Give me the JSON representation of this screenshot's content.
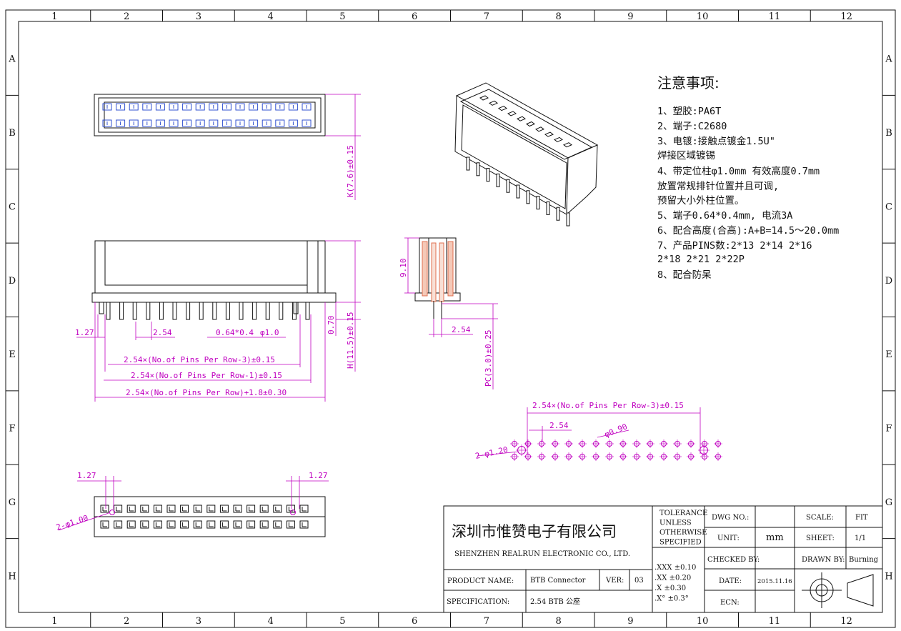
{
  "grid": {
    "columns": [
      "1",
      "2",
      "3",
      "4",
      "5",
      "6",
      "7",
      "8",
      "9",
      "10",
      "11",
      "12"
    ],
    "rows": [
      "A",
      "B",
      "C",
      "D",
      "E",
      "F",
      "G",
      "H"
    ]
  },
  "notes": {
    "title": "注意事项:",
    "lines": [
      "1、塑胶:PA6T",
      "2、端子:C2680",
      "3、电镀:接触点镀金1.5U\"",
      "      焊接区域镀锡",
      "4、带定位柱φ1.0mm 有效高度0.7mm",
      "   放置常规排针位置并且可调,",
      "   预留大小外柱位置。",
      "5、端子0.64*0.4mm, 电流3A",
      "6、配合高度(合高):A+B=14.5～20.0mm",
      "7、产品PINS数:2*13 2*14 2*16",
      "             2*18 2*21 2*22P",
      "8、配合防呆"
    ]
  },
  "dims": {
    "k": "K(7.6)±0.15",
    "h": "H(11.5)±0.15",
    "d070": "0.70",
    "d127_front": "1.27",
    "d254_front": "2.54",
    "pin_size": "0.64*0.4",
    "phi10": "φ1.0",
    "row3": "2.54×(No.of Pins Per Row-3)±0.15",
    "row1": "2.54×(No.of Pins Per Row-1)±0.15",
    "rowfull": "2.54×(No.of Pins Per Row)+1.8±0.30",
    "d910": "9.10",
    "d254_side": "2.54",
    "pc": "PC(3.0)±0.25",
    "pcb_row3": "2.54×(No.of Pins Per Row-3)±0.15",
    "pcb_254": "2.54",
    "pcb_phi090": "φ0.90",
    "pcb_phi120": "2-φ1.20",
    "bot_127_left": "1.27",
    "bot_127_right": "1.27",
    "bot_phi100": "2-φ1.00"
  },
  "title_block": {
    "company_cn": "深圳市惟赞电子有限公司",
    "company_en": "SHENZHEN REALRUN ELECTRONIC CO., LTD.",
    "tolerance_label": [
      "TOLERANCE",
      "UNLESS",
      "OTHERWISE",
      "SPECIFIED"
    ],
    "tolerances": [
      ".XXX ±0.10",
      ".XX  ±0.20",
      ".X   ±0.30",
      ".X°  ±0.3°"
    ],
    "dwg_no_label": "DWG NO.:",
    "dwg_no": "",
    "scale_label": "SCALE:",
    "scale": "FIT",
    "unit_label": "UNIT:",
    "unit": "mm",
    "sheet_label": "SHEET:",
    "sheet": "1/1",
    "checked_label": "CHECKED BY:",
    "checked": "",
    "drawn_label": "DRAWN BY:",
    "drawn": "Burning",
    "date_label": "DATE:",
    "date": "2015.11.16",
    "ecn_label": "ECN:",
    "ecn": "",
    "product_label": "PRODUCT NAME:",
    "product": "BTB Connector",
    "ver_label": "VER:",
    "ver": "03",
    "spec_label": "SPECIFICATION:",
    "spec": "2.54 BTB 公座"
  },
  "colors": {
    "dimension": "#c000c0",
    "pin": "#3050d0",
    "section": "#e07050",
    "line": "#111111"
  }
}
